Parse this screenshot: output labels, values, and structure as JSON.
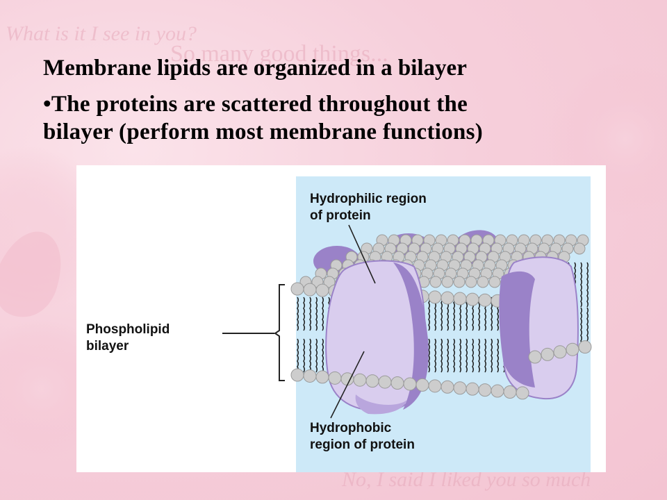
{
  "slide": {
    "title": "Membrane lipids are organized in a bilayer",
    "bullet": {
      "symbol": "•",
      "line1": "The proteins are scattered throughout the",
      "line2": "bilayer (perform most membrane functions)"
    }
  },
  "background": {
    "watermark_1": "What is it I see in you?",
    "watermark_2": "So many good things...",
    "watermark_3": "No, I said I liked you so much"
  },
  "figure": {
    "labels": {
      "hydrophilic_line1": "Hydrophilic region",
      "hydrophilic_line2": "of  protein",
      "phospholipid_line1": "Phospholipid",
      "phospholipid_line2": "bilayer",
      "hydrophobic_line1": "Hydrophobic",
      "hydrophobic_line2": "region of protein"
    },
    "colors": {
      "panel_blue": "#cde9f8",
      "head_gray": "#cdcdcd",
      "protein_purple": "#9a82c8",
      "protein_light": "#d9cdee"
    }
  }
}
